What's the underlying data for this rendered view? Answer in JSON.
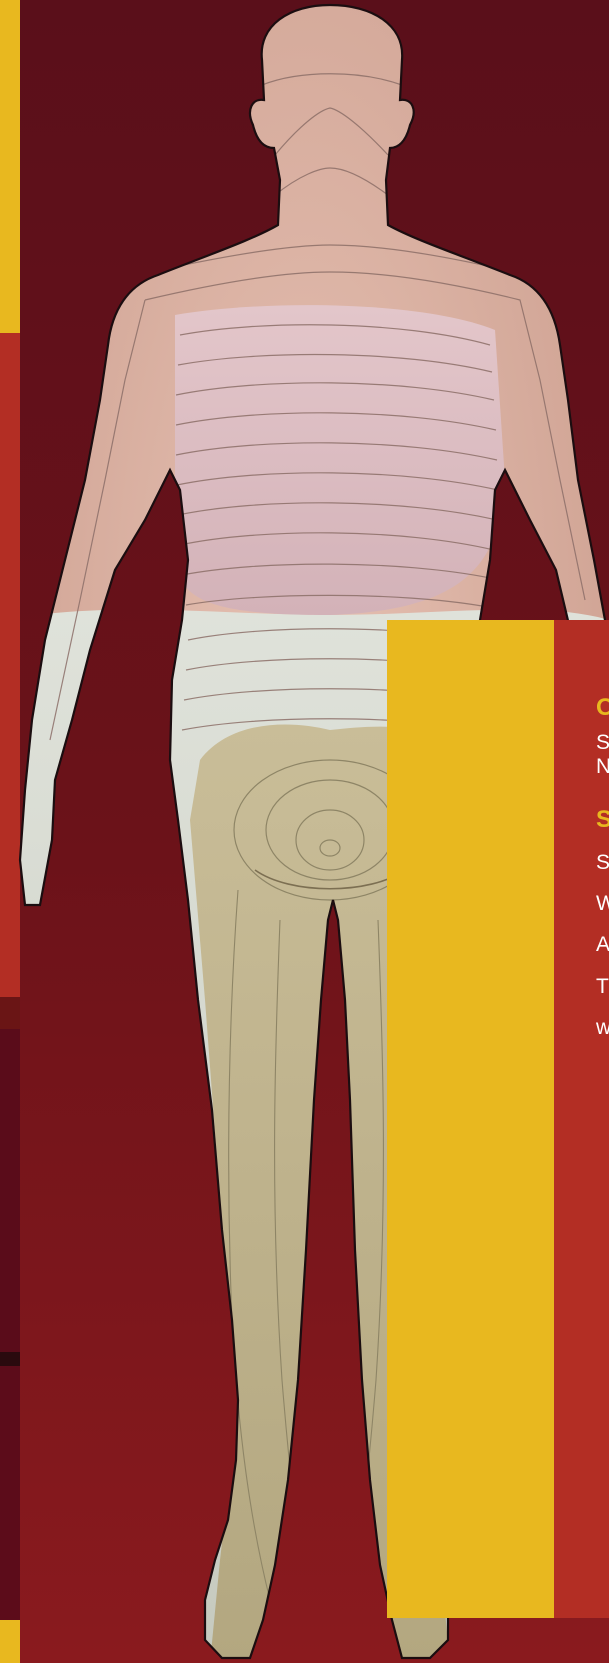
{
  "panel": {
    "heading_1": "O",
    "body_1a": "S",
    "body_1b": "N",
    "heading_2": "S",
    "lines": [
      "S",
      "W",
      "A",
      "T",
      "w"
    ]
  },
  "colors": {
    "background": "#6b1219",
    "accent_yellow": "#e8b81f",
    "accent_red": "#b32e24",
    "skin": "#d9b2a4",
    "thoracic_band": "#dcbfc4",
    "lumbar_band": "#cdd1c6",
    "sacral_band": "#bdb08a"
  },
  "illustration": {
    "subject": "human figure, posterior view, with dermatome band outlines"
  }
}
